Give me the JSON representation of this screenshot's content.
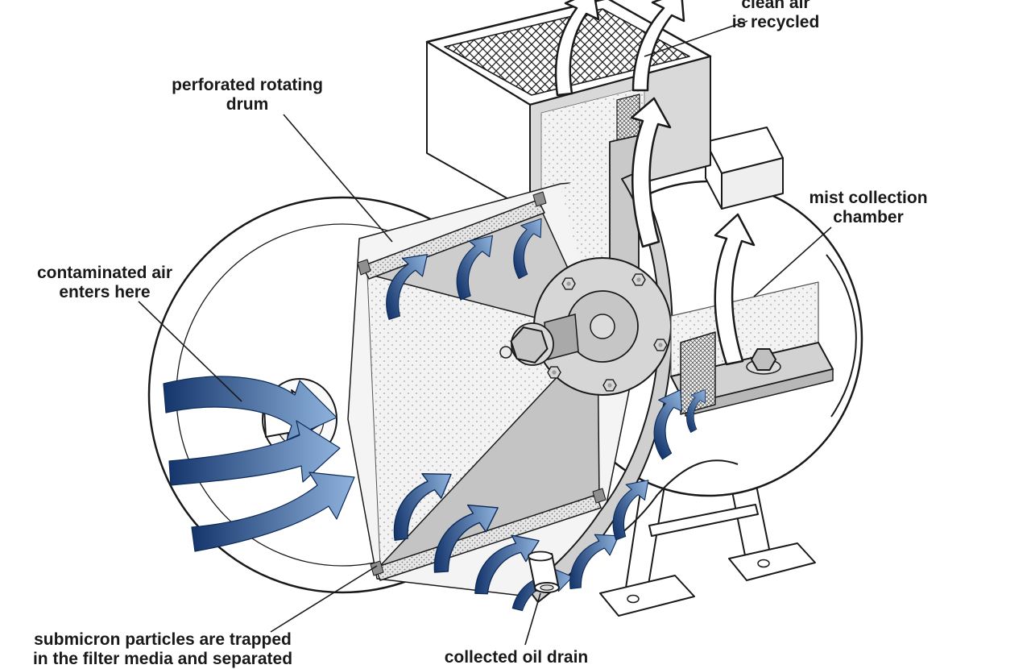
{
  "diagram": {
    "type": "cutaway-technical-illustration",
    "subject": "centrifugal oil-mist collector",
    "labels": {
      "clean_air": {
        "line1": "clean air",
        "line2": "is recycled"
      },
      "perforated_drum": {
        "line1": "perforated rotating",
        "line2": "drum"
      },
      "mist_chamber": {
        "line1": "mist collection",
        "line2": "chamber"
      },
      "contaminated_air": {
        "line1": "contaminated air",
        "line2": "enters here"
      },
      "submicron": {
        "line1": "submicron particles are trapped",
        "line2": "in the filter media and separated"
      },
      "oil_drain": {
        "line1": "collected oil drain"
      }
    },
    "colors": {
      "line": "#1a1a1a",
      "text": "#191919",
      "arrow_blue_dark": "#14356b",
      "arrow_blue_light": "#8fb3dd",
      "panel_gray": "#d2d2d2",
      "background": "#ffffff"
    }
  }
}
